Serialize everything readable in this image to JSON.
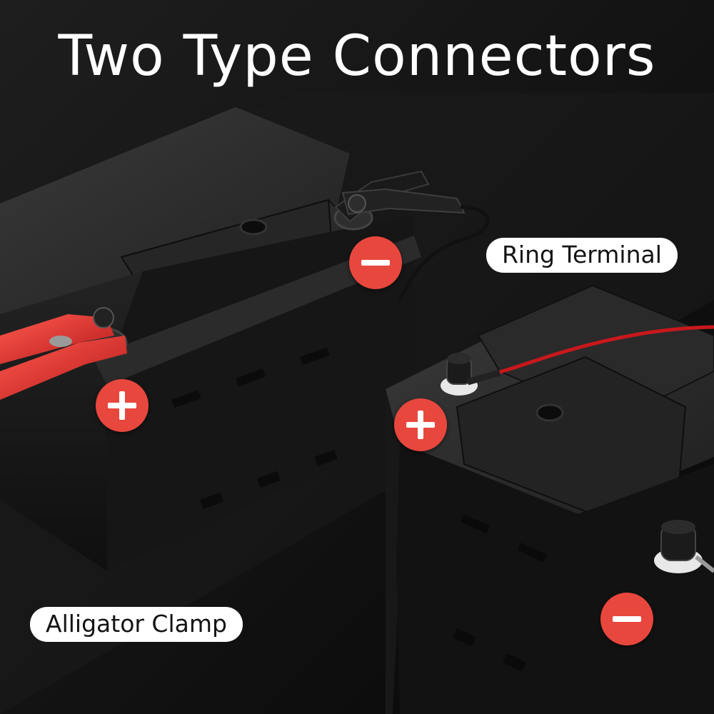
{
  "headline": "Two Type Connectors",
  "labels": {
    "ring_terminal": "Ring Terminal",
    "alligator_clamp": "Alligator Clamp"
  },
  "polarity": {
    "positive": "+",
    "negative": "−"
  },
  "colors": {
    "badge": "#e8473d",
    "clamp_red": "#d42a25",
    "wire_red": "#c8181c",
    "background": "#0d0d0d",
    "battery": "#1c1c1c"
  },
  "icons": [
    "plus-icon",
    "minus-icon"
  ]
}
